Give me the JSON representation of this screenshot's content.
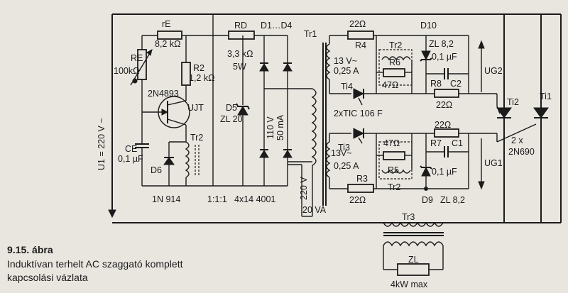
{
  "figure": {
    "number": "9.15. ábra",
    "caption_line1": "Induktívan terhelt AC szaggató komplett",
    "caption_line2": "kapcsolási vázlata"
  },
  "labels": {
    "supply_voltage": "U1 = 220 V ~",
    "rE": "rE",
    "rE_value": "8,2 kΩ",
    "RE": "RE",
    "RE_value": "100kΩ",
    "R2": "R2",
    "R2_value": "1,2 kΩ",
    "transistor_type": "2N4893",
    "ujt": "UJT",
    "CE": "CE",
    "CE_value": "0,1 µF",
    "D6": "D6",
    "Tr2_left": "Tr2",
    "diode_type": "1N 914",
    "ratio": "1:1:1",
    "RD": "RD",
    "RD_value": "3,3 kΩ",
    "RD_power": "5W",
    "D1_D4": "D1…D4",
    "D5": "D5",
    "D5_value": "ZL 20",
    "bridge_dc": "110 V",
    "bridge_current": "50 mA",
    "bridge_diodes": "4x14 4001",
    "Tr1": "Tr1",
    "tr1_primary": "220 V",
    "tr1_power": "20 VA",
    "R4_value": "22Ω",
    "R4": "R4",
    "sec_top_v": "13 V~",
    "sec_top_a": "0,25 A",
    "Tr2_top": "Tr2",
    "R6": "R6",
    "R6_value": "47Ω",
    "Ti4": "Ti4",
    "thyristor_pair": "2xTIC 106 F",
    "D10": "D10",
    "D10_value": "ZL 8,2",
    "C2_top_value": "0,1 µF",
    "R8": "R8",
    "C2": "C2",
    "R8_value": "22Ω",
    "UG2": "UG2",
    "Ti2": "Ti2",
    "Ti1": "Ti1",
    "ti_pair_count": "2 x",
    "ti_pair_type": "2N690",
    "Ti3": "Ti3",
    "R7_value_top": "22Ω",
    "sec_bot_v": "13V~",
    "sec_bot_a": "0,25 A",
    "R5_value": "47Ω",
    "R7": "R7",
    "C1": "C1",
    "R5": "R5",
    "C1_value": "0,1 µF",
    "UG1": "UG1",
    "Tr2_bot": "Tr2",
    "R3": "R3",
    "R3_value": "22Ω",
    "D9": "D9",
    "D9_value": "ZL 8,2",
    "Tr3": "Tr3",
    "ZL": "ZL",
    "load_power": "4kW max"
  }
}
